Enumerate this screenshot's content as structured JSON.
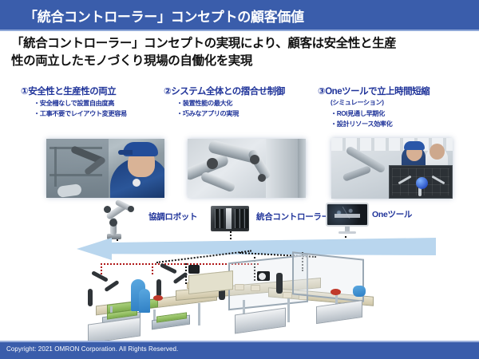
{
  "header": {
    "title": "「統合コントローラー」コンセプトの顧客価値",
    "bar_color": "#3a5dab"
  },
  "subtitle": {
    "line1": "「統合コントローラー」コンセプトの実現により、顧客は安全性と生産",
    "line2": "性の両立したモノづくり現場の自働化を実現"
  },
  "columns": [
    {
      "heading": "①安全性と生産性の両立",
      "subnote": "",
      "bullets": [
        "・安全柵なしで設置自由度高",
        "・工事不要でレイアウト変更容易"
      ]
    },
    {
      "heading": "②システム全体との摺合せ制御",
      "subnote": "",
      "bullets": [
        "・装置性能の最大化",
        "・巧みなアプリの実現"
      ]
    },
    {
      "heading": "③Oneツールで立上時間短縮",
      "subnote": "(シミュレーション)",
      "bullets": [
        "・ROI見通し早期化",
        "・設計リソース効率化"
      ]
    }
  ],
  "photos": [
    {
      "alt": "worker-with-collaborative-robot"
    },
    {
      "alt": "industrial-robot-arms"
    },
    {
      "alt": "engineers-viewing-simulation"
    }
  ],
  "icon_row": [
    {
      "icon": "cobot-icon",
      "label": "協調ロボット"
    },
    {
      "icon": "controller-icon",
      "label": "統合コントローラー"
    },
    {
      "icon": "monitor-icon",
      "label": "Oneツール"
    }
  ],
  "diagram": {
    "arrow_name": "value-flow-arrow",
    "arrow_color": "#b9d6ee",
    "illustration": "factory-production-line"
  },
  "footer": {
    "text": "Copyright: 2021 OMRON Corporation. All Rights Reserved.",
    "bar_color": "#3a5dab"
  },
  "theme": {
    "heading_color": "#20349a",
    "body_color": "#111111"
  }
}
